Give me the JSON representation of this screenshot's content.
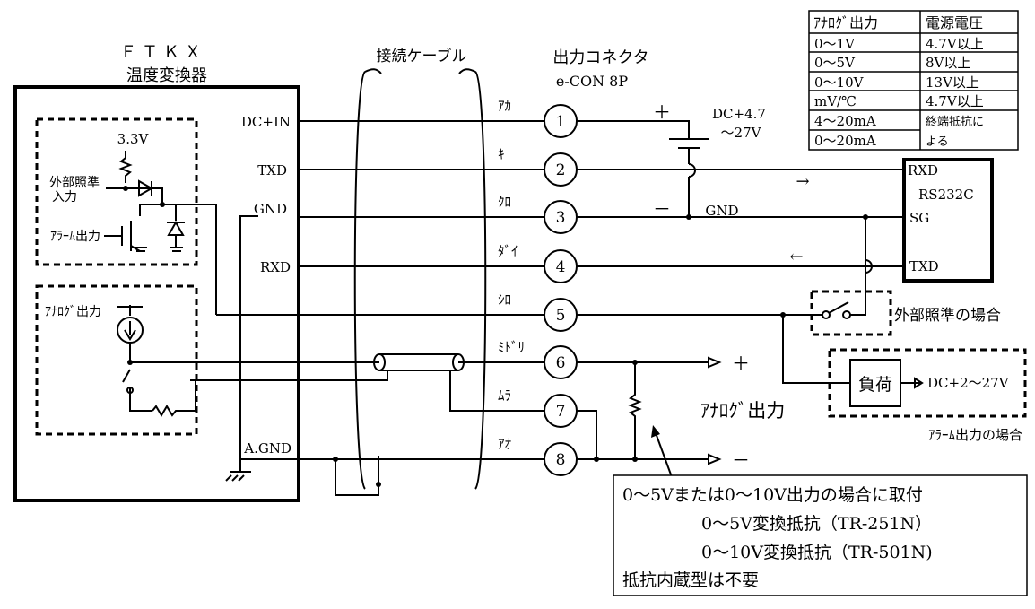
{
  "device": {
    "title": "ＦＴＫＸ",
    "subtitle": "温度変換器"
  },
  "device_pins": {
    "dc_in": "DC+IN",
    "txd": "TXD",
    "gnd": "GND",
    "rxd": "RXD",
    "agnd": "A.GND"
  },
  "internal": {
    "v33": "3.3V",
    "ext_ref_line1": "外部照準",
    "ext_ref_line2": "入力",
    "alarm_out": "ｱﾗｰﾑ出力",
    "analog_out": "ｱﾅﾛｸﾞ出力"
  },
  "cable": {
    "label": "接続ケーブル"
  },
  "connector": {
    "title": "出力コネクタ",
    "model": "e-CON 8P",
    "pins": [
      {
        "num": "1",
        "color": "ｱｶ"
      },
      {
        "num": "2",
        "color": "ｷ"
      },
      {
        "num": "3",
        "color": "ｸﾛ"
      },
      {
        "num": "4",
        "color": "ﾀﾞｲ"
      },
      {
        "num": "5",
        "color": "ｼﾛ"
      },
      {
        "num": "6",
        "color": "ﾐﾄﾞﾘ"
      },
      {
        "num": "7",
        "color": "ﾑﾗ"
      },
      {
        "num": "8",
        "color": "ｱｵ"
      }
    ]
  },
  "supply": {
    "plus": "＋",
    "minus": "－",
    "voltage_line1": "DC+4.7",
    "voltage_line2": "～27V",
    "gnd": "GND"
  },
  "rs232c": {
    "rxd": "RXD",
    "title": "RS232C",
    "sg": "SG",
    "txd": "TXD",
    "arrow_right": "→",
    "arrow_left": "←"
  },
  "external_ref": {
    "label": "外部照準の場合"
  },
  "alarm": {
    "load": "負荷",
    "supply": "DC+2～27V",
    "label": "ｱﾗｰﾑ出力の場合"
  },
  "analog": {
    "label": "ｱﾅﾛｸﾞ出力",
    "plus": "＋",
    "minus": "－"
  },
  "note": {
    "lines": [
      "0～5Vまたは0～10V出力の場合に取付",
      "0～5V変換抵抗（TR-251N）",
      "0～10V変換抵抗（TR-501N)",
      "抵抗内蔵型は不要"
    ]
  },
  "supply_table": {
    "headers": [
      "ｱﾅﾛｸﾞ出力",
      "電源電圧"
    ],
    "rows": [
      [
        "0～1V",
        "4.7V以上"
      ],
      [
        "0～5V",
        "8V以上"
      ],
      [
        "0～10V",
        "13V以上"
      ],
      [
        "mV/℃",
        "4.7V以上"
      ],
      [
        "4～20mA",
        "終端抵抗に"
      ],
      [
        "0～20mA",
        "よる"
      ]
    ]
  }
}
